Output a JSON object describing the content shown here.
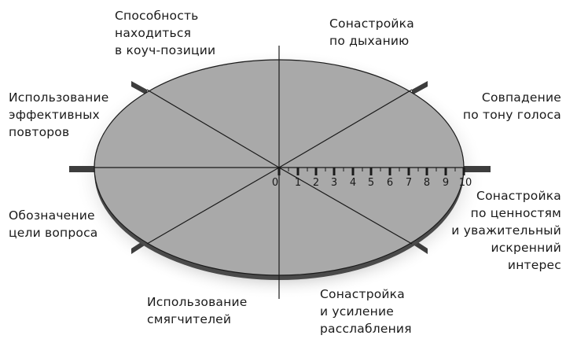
{
  "diagram": {
    "type": "radial-scale-ellipse",
    "colors": {
      "disk_fill": "#a9a9a9",
      "disk_edge": "#4a4a4a",
      "axis": "#1a1a1a",
      "bar": "#3d3d3d",
      "text": "#1a1a1a"
    },
    "scale": {
      "min": 0,
      "max": 10,
      "ticks": [
        "0",
        "1",
        "2",
        "3",
        "4",
        "5",
        "6",
        "7",
        "8",
        "9",
        "10"
      ]
    },
    "labels": [
      {
        "id": "coach-position",
        "text": "Способность\nнаходиться\nв коуч-позиции"
      },
      {
        "id": "breathing",
        "text": "Сонастройка\nпо дыханию"
      },
      {
        "id": "voice-tone",
        "text": "Совпадение\nпо тону голоса"
      },
      {
        "id": "values",
        "text": "Сонастройка\nпо ценностям\nи уважительный\nискренний\nинтерес"
      },
      {
        "id": "relaxation",
        "text": "Сонастройка\nи усиление\nрасслабления"
      },
      {
        "id": "softeners",
        "text": "Использование\nсмягчителей"
      },
      {
        "id": "question-goal",
        "text": "Обозначение\nцели вопроса"
      },
      {
        "id": "repeats",
        "text": "Использование\nэффективных\nповторов"
      }
    ]
  }
}
